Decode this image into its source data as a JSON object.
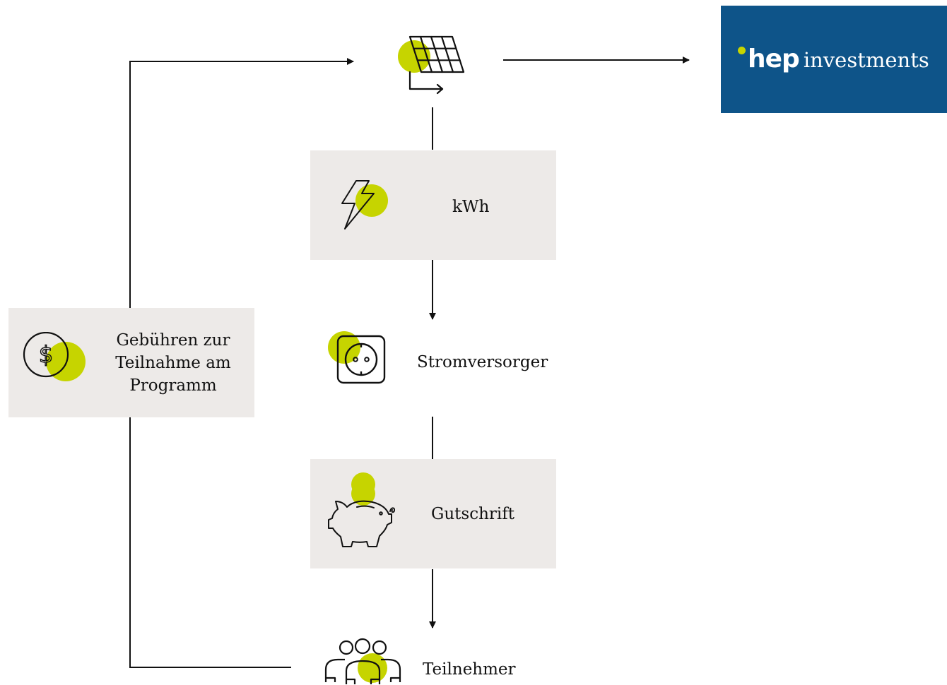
{
  "logo": {
    "brand": "hep",
    "suffix": "investments"
  },
  "nodes": {
    "kwh": "kWh",
    "fees_lines": [
      "Gebühren zur",
      "Teilnahme am",
      "Programm"
    ],
    "supplier": "Stromversorger",
    "credit": "Gutschrift",
    "participants": "Teilnehmer"
  },
  "colors": {
    "accent": "#c6d400",
    "brand": "#0e5489",
    "box": "#edeae8",
    "line": "#111111"
  },
  "icons": {
    "solar": "solar-panel-icon",
    "energy": "lightning-bolt-icon",
    "money": "dollar-coin-icon",
    "supplier": "power-socket-icon",
    "credit": "piggy-bank-icon",
    "participants": "people-group-icon"
  }
}
